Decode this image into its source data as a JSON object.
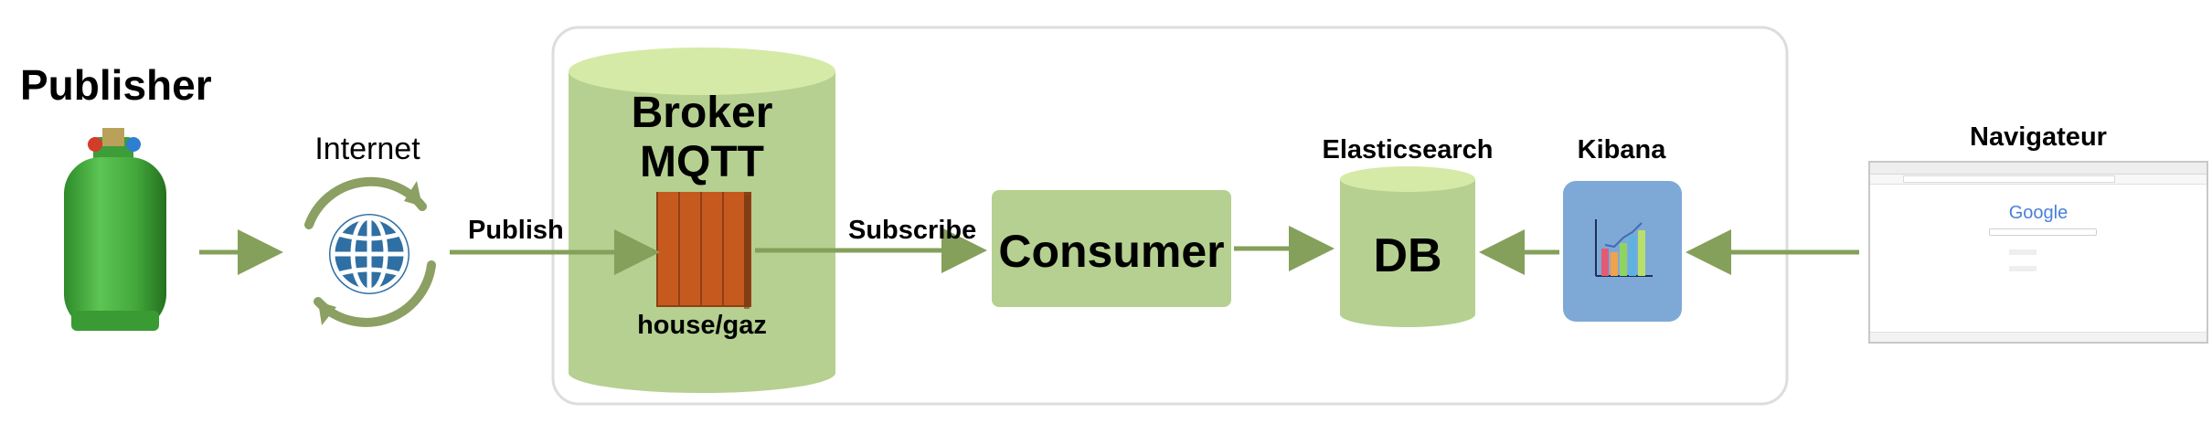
{
  "labels": {
    "publisher": "Publisher",
    "internet": "Internet",
    "publish": "Publish",
    "broker": "Broker",
    "mqtt": "MQTT",
    "topic": "house/gaz",
    "subscribe": "Subscribe",
    "consumer": "Consumer",
    "elasticsearch": "Elasticsearch",
    "db": "DB",
    "kibana": "Kibana",
    "navigateur": "Navigateur"
  },
  "browser": {
    "logo_text": "Google"
  },
  "icons": {
    "publisher": "gas-cylinder-icon",
    "internet": "globe-refresh-icon",
    "kibana": "bar-chart-icon",
    "navigateur": "browser-window-icon"
  },
  "colors": {
    "arrow": "#85a05a",
    "green_fill": "#b5d090",
    "green_top": "#d6eaa7",
    "queue": "#c65a1e",
    "globe": "#2f6fa3",
    "kibana_box": "#7ea9d6",
    "cylinder": "#4bb243"
  }
}
